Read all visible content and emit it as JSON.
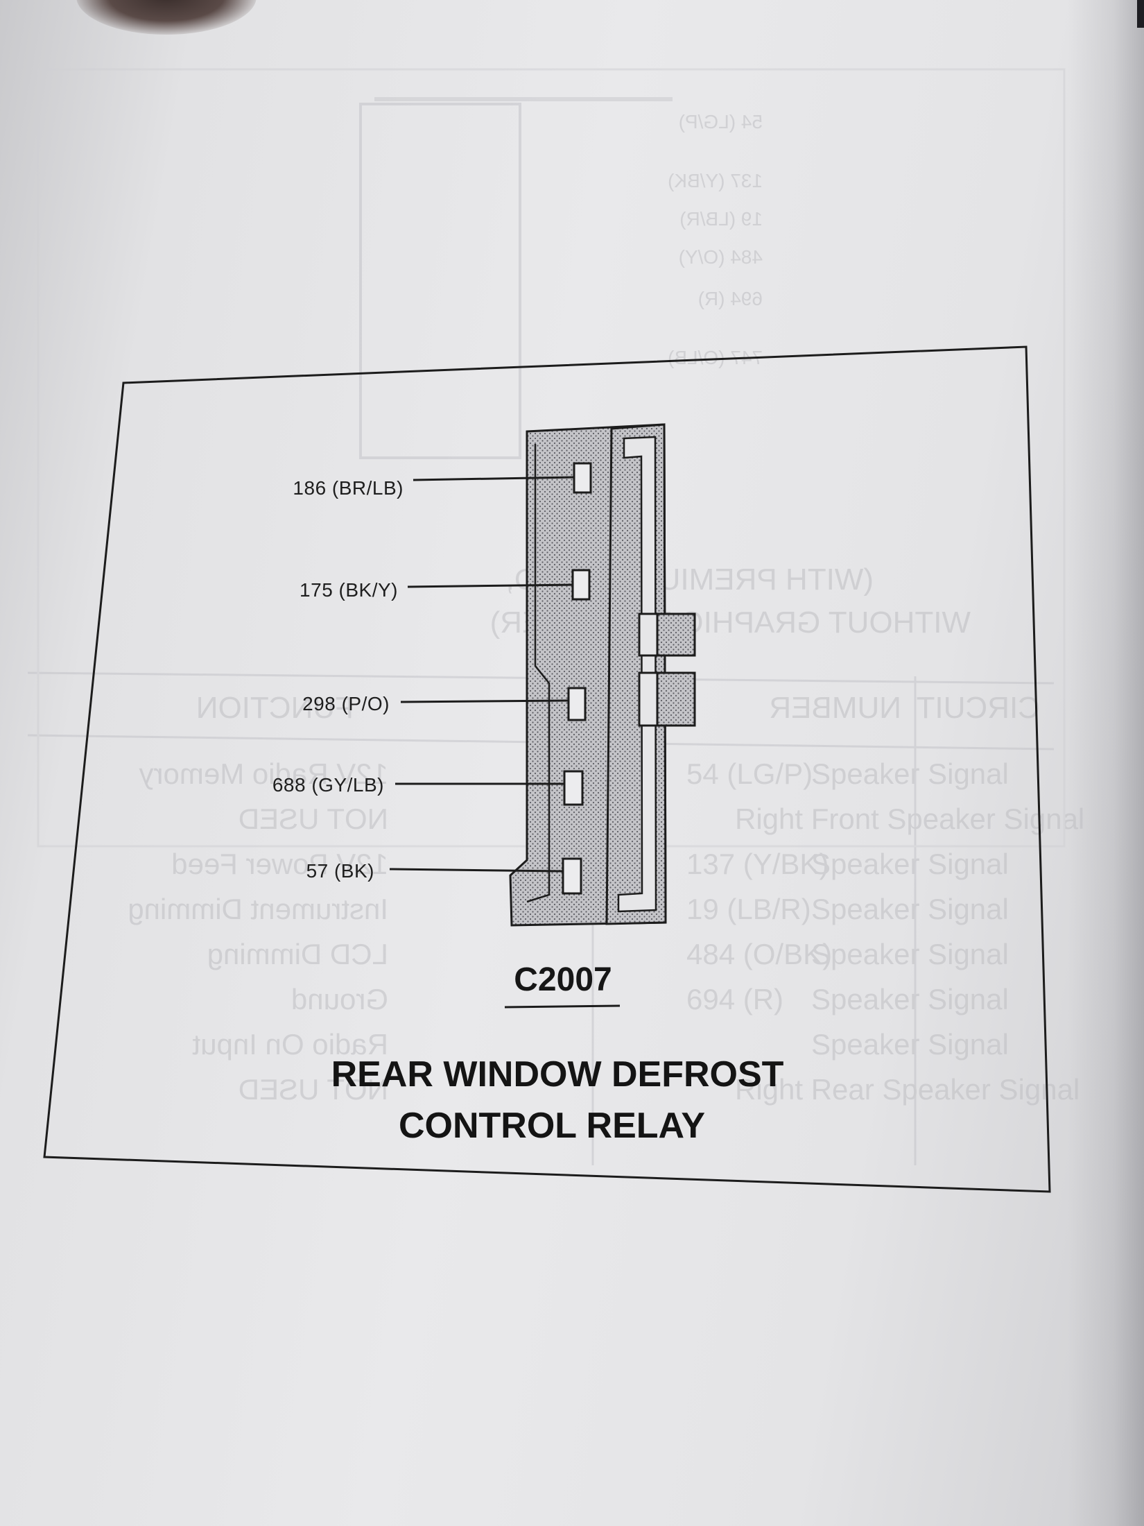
{
  "connector": {
    "id": "C2007",
    "title_line1": "REAR WINDOW DEFROST",
    "title_line2": "CONTROL RELAY"
  },
  "pins": [
    {
      "label": "186 (BR/LB)"
    },
    {
      "label": "175 (BK/Y)"
    },
    {
      "label": "298 (P/O)"
    },
    {
      "label": "688 (GY/LB)"
    },
    {
      "label": "57 (BK)"
    }
  ],
  "bleed_through": {
    "top_labels": [
      "54 (LG/P)",
      "137 (Y/BK)",
      "19 (LB/R)",
      "484 (O/Y)",
      "694 (R)",
      "747 (O/LB)"
    ],
    "heading_lines": [
      "(WITH PREMIUM SOUND,",
      "WITHOUT GRAPHIC EQUALIZER)"
    ],
    "column_headers": [
      "CIRCUIT",
      "FUNCTION",
      "NUMBER"
    ],
    "left_functions": [
      "12V Radio Memory",
      "NOT USED",
      "12V Power Feed",
      "Instrument Dimming",
      "LCD Dimming",
      "Ground",
      "Radio On Input",
      "NOT USED"
    ],
    "right_circuits": [
      "54 (LG/P)",
      "137 (Y/BK)",
      "19 (LB/R)",
      "484 (O/BK)",
      "694 (R)"
    ],
    "right_functions": [
      "Speaker Signal",
      "Right Front Speaker Signal",
      "Speaker Signal",
      "Speaker Signal",
      "Speaker Signal",
      "Speaker Signal",
      "Speaker Signal",
      "Right Rear Speaker Signal"
    ]
  },
  "colors": {
    "ink": "#161616",
    "connector_fill": "#b8b8bc",
    "ghost": "#bdbdc2"
  }
}
